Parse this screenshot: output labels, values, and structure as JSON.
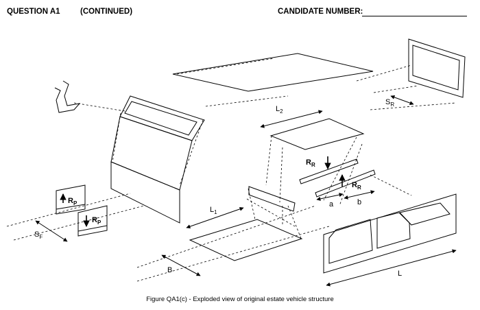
{
  "header": {
    "question": "QUESTION A1",
    "continued": "(CONTINUED)",
    "candidate_label": "CANDIDATE NUMBER:"
  },
  "figure": {
    "caption": "Figure QA1(c) -   Exploded view of original estate vehicle structure",
    "labels": {
      "L2": "L",
      "L2_sub": "2",
      "L1": "L",
      "L1_sub": "1",
      "L": "L",
      "B": "B",
      "SF": "S",
      "SF_sub": "F",
      "SR": "S",
      "SR_sub": "R",
      "RR_top": "R",
      "RR_top_sub": "R",
      "RR_right": "R",
      "RR_right_sub": "R",
      "RP_upper": "R",
      "RP_upper_sub": "P",
      "RP_lower": "R",
      "RP_lower_sub": "P",
      "a": "a",
      "b": "b"
    }
  }
}
